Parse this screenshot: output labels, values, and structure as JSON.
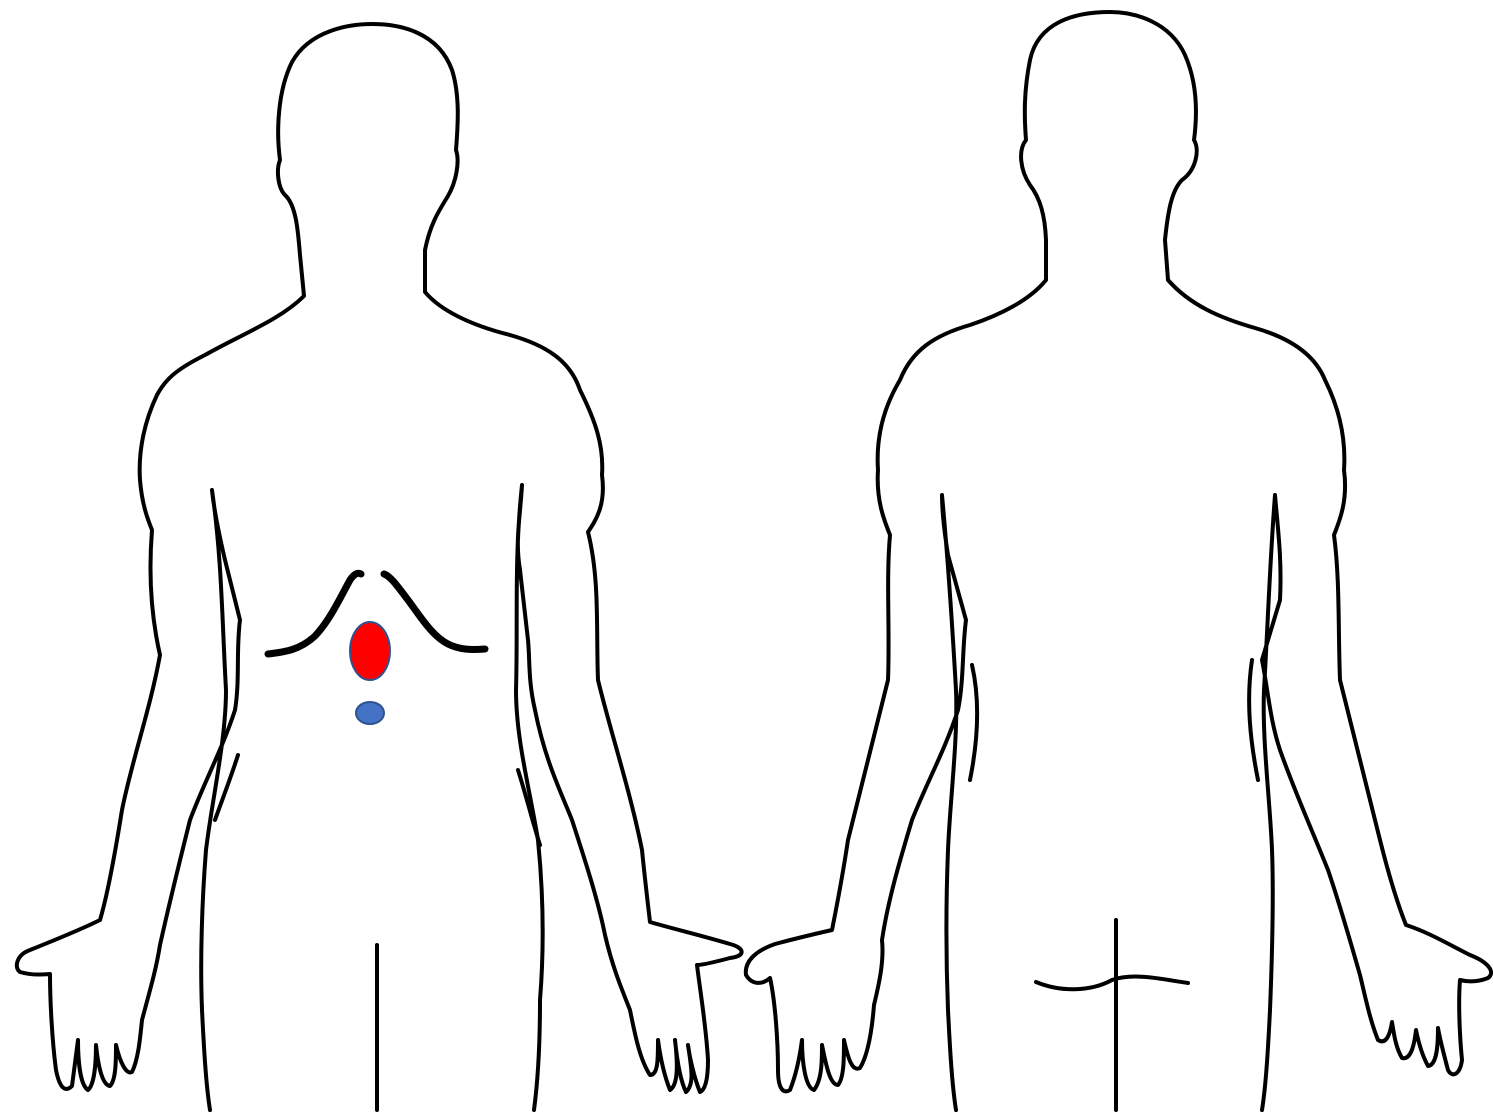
{
  "figures": [
    {
      "view": "front"
    },
    {
      "view": "back"
    }
  ],
  "markers": [
    {
      "id": "pain-area",
      "shape": "ellipse",
      "color": "#ff0000",
      "stroke": "#2f528f"
    },
    {
      "id": "umbilicus-point",
      "shape": "ellipse",
      "color": "#4472c4",
      "stroke": "#2f528f"
    }
  ],
  "colors": {
    "outline": "#000000",
    "background": "#ffffff"
  }
}
